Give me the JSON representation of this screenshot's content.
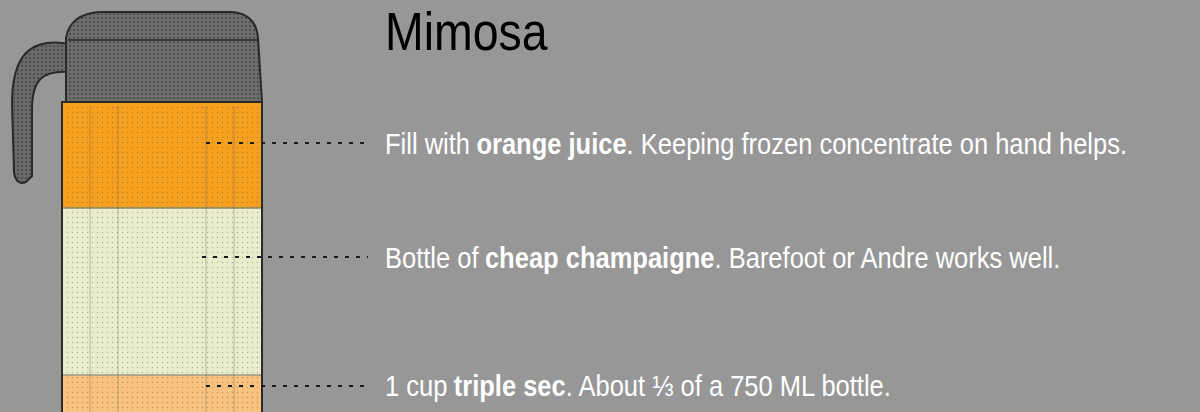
{
  "diagram": {
    "title": "Mimosa",
    "labels": [
      "Fill with",
      "orange juice",
      ". Keeping frozen concentrate on hand helps.",
      "Bottle of",
      "cheap champaigne",
      ". Barefoot or Andre works well.",
      "1 cup",
      "triple sec",
      ". About ⅓ of a 750 ML bottle."
    ]
  }
}
